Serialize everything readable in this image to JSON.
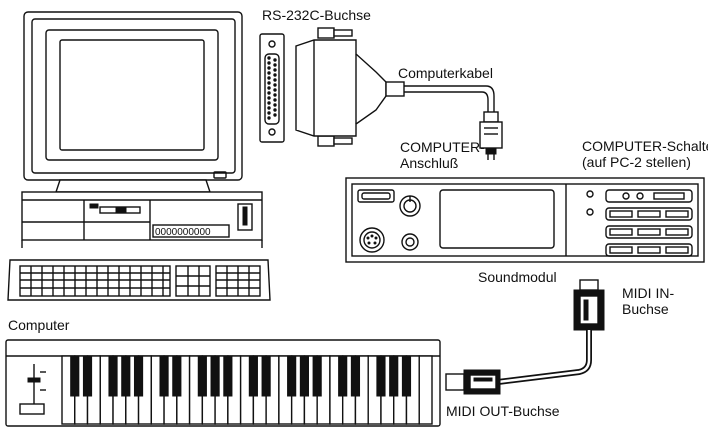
{
  "labels": {
    "rs232": "RS-232C-Buchse",
    "computerkabel": "Computerkabel",
    "computer_anschluss_line1": "COMPUTER-",
    "computer_anschluss_line2": "Anschluß",
    "computer_schalter_line1": "COMPUTER-Schalter",
    "computer_schalter_line2": "(auf PC-2 stellen)",
    "soundmodul": "Soundmodul",
    "computer": "Computer",
    "midi_in_line1": "MIDI IN-",
    "midi_in_line2": "Buchse",
    "midi_out": "MIDI OUT-Buchse",
    "drive_counter": "0000000000"
  },
  "icons": {
    "computer": "desktop-computer-icon",
    "keyboard": "computer-keyboard-icon",
    "port": "rs232-port-icon",
    "cable": "serial-cable-icon",
    "module": "sound-module-icon",
    "synth": "midi-keyboard-icon"
  },
  "colors": {
    "line": "#111111",
    "background": "#ffffff"
  }
}
